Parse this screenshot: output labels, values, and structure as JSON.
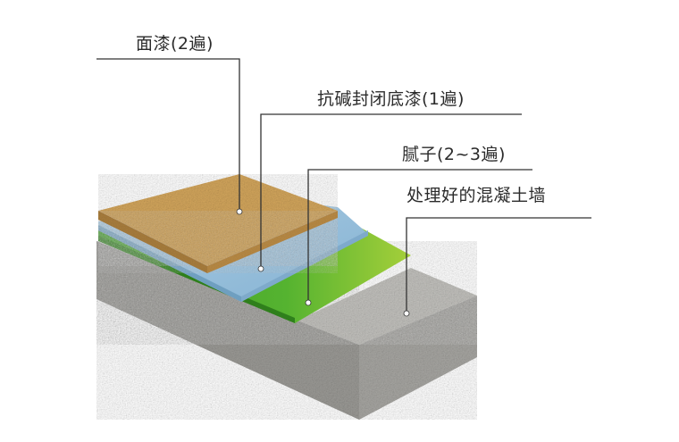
{
  "labels": {
    "top_coat": "面漆(2遍)",
    "primer": "抗碱封闭底漆(1遍)",
    "putty": "腻子(2~3遍)",
    "wall": "处理好的混凝土墙"
  },
  "colors": {
    "top_coat": "#c99a52",
    "primer": "#9fc3dc",
    "putty": "#4fa82f",
    "concrete_top": "#bdbcb8",
    "concrete_front": "#9c9b97",
    "concrete_side": "#a9a8a4",
    "leader_line": "#333333"
  }
}
